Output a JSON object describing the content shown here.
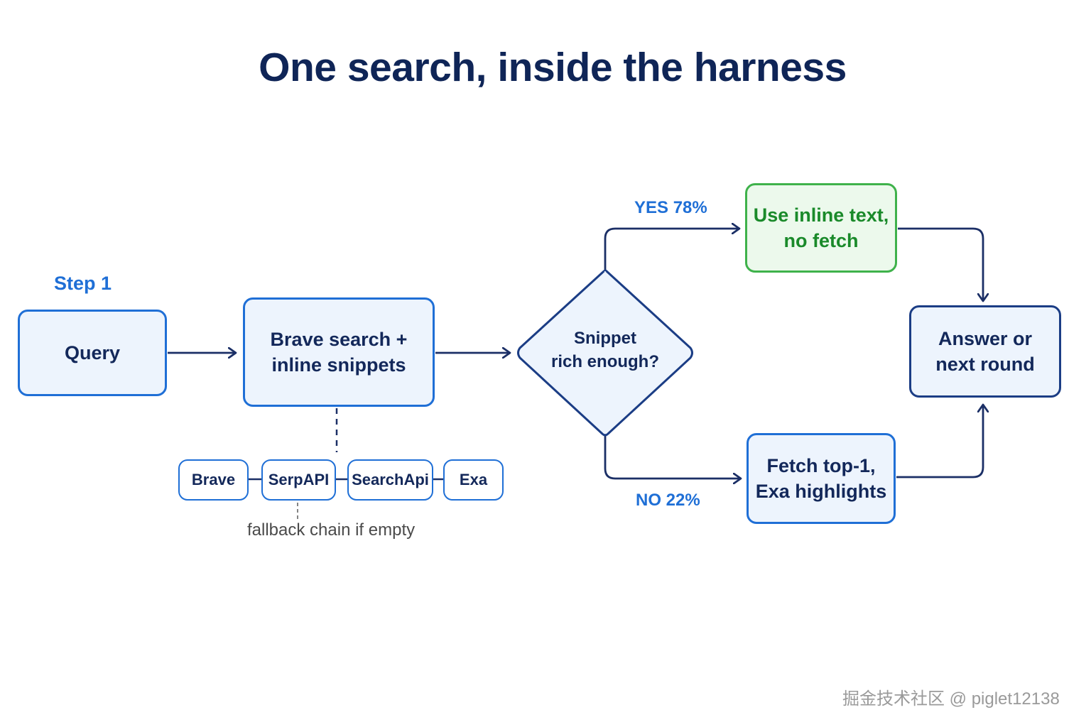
{
  "title": "One search, inside the harness",
  "step_label": "Step 1",
  "nodes": {
    "query": "Query",
    "brave": "Brave search +\ninline snippets",
    "decision": "Snippet\nrich enough?",
    "use_inline": "Use inline text,\nno fetch",
    "fetch": "Fetch top-1,\nExa highlights",
    "answer": "Answer or\nnext round"
  },
  "branches": {
    "yes": "YES 78%",
    "no": "NO 22%"
  },
  "providers": [
    "Brave",
    "SerpAPI",
    "SearchApi",
    "Exa"
  ],
  "fallback_note": "fallback chain if empty",
  "watermark": "掘金技术社区 @ piglet12138",
  "colors": {
    "primary_blue": "#1f6fd6",
    "navy": "#13285a",
    "node_fill": "#edf4fd",
    "success_green": "#3fb24b",
    "success_fill": "#ecf9ec"
  }
}
